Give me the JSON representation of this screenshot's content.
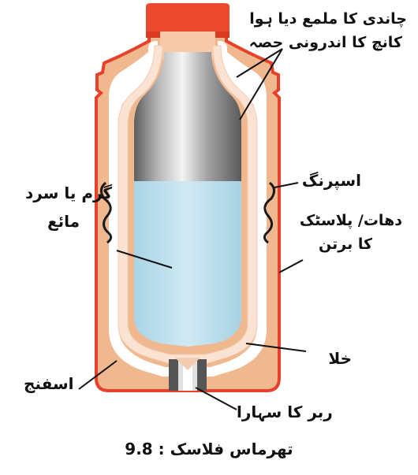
{
  "figure": {
    "caption_number": "9.8",
    "caption_text": "تھرماس فلاسک"
  },
  "labels": {
    "silvered_glass_line1": "چاندی کا ملمع دیا ہوا",
    "silvered_glass_line2": "کانچ کا اندرونی حصہ",
    "spring": "اسپرنگ",
    "hot_cold_liquid_line1": "گرم یا سرد",
    "hot_cold_liquid_line2": "مائع",
    "outer_case_line1": "دھات/ پلاسٹک",
    "outer_case_line2": "کا برتن",
    "vacuum": "خلا",
    "sponge": "اسفنج",
    "rubber_support": "ربر کا سہارا"
  },
  "colors": {
    "cap": "#ec4a2c",
    "outer_case": "#f0b88e",
    "outer_case_edge": "#e8412b",
    "vacuum_gap": "#ffffff",
    "glass_wall": "#fae3d2",
    "liquid": "#bfe1ef",
    "silver": "#9a9a9a"
  }
}
